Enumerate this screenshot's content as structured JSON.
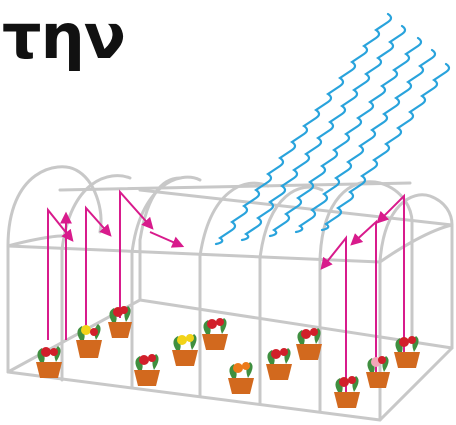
{
  "heading": {
    "text": "την"
  },
  "colors": {
    "frame": "#c8c8c8",
    "infrared_arrows": "#d81b8c",
    "sunlight_waves": "#29a3dc",
    "pots": "#d2691e",
    "leaves": "#3f8f3f"
  },
  "icons": {
    "greenhouse": "greenhouse-frame",
    "sunlight": "wavy-sunlight-rays",
    "heat": "reflected-heat-arrows",
    "plants": "potted-flowers"
  }
}
